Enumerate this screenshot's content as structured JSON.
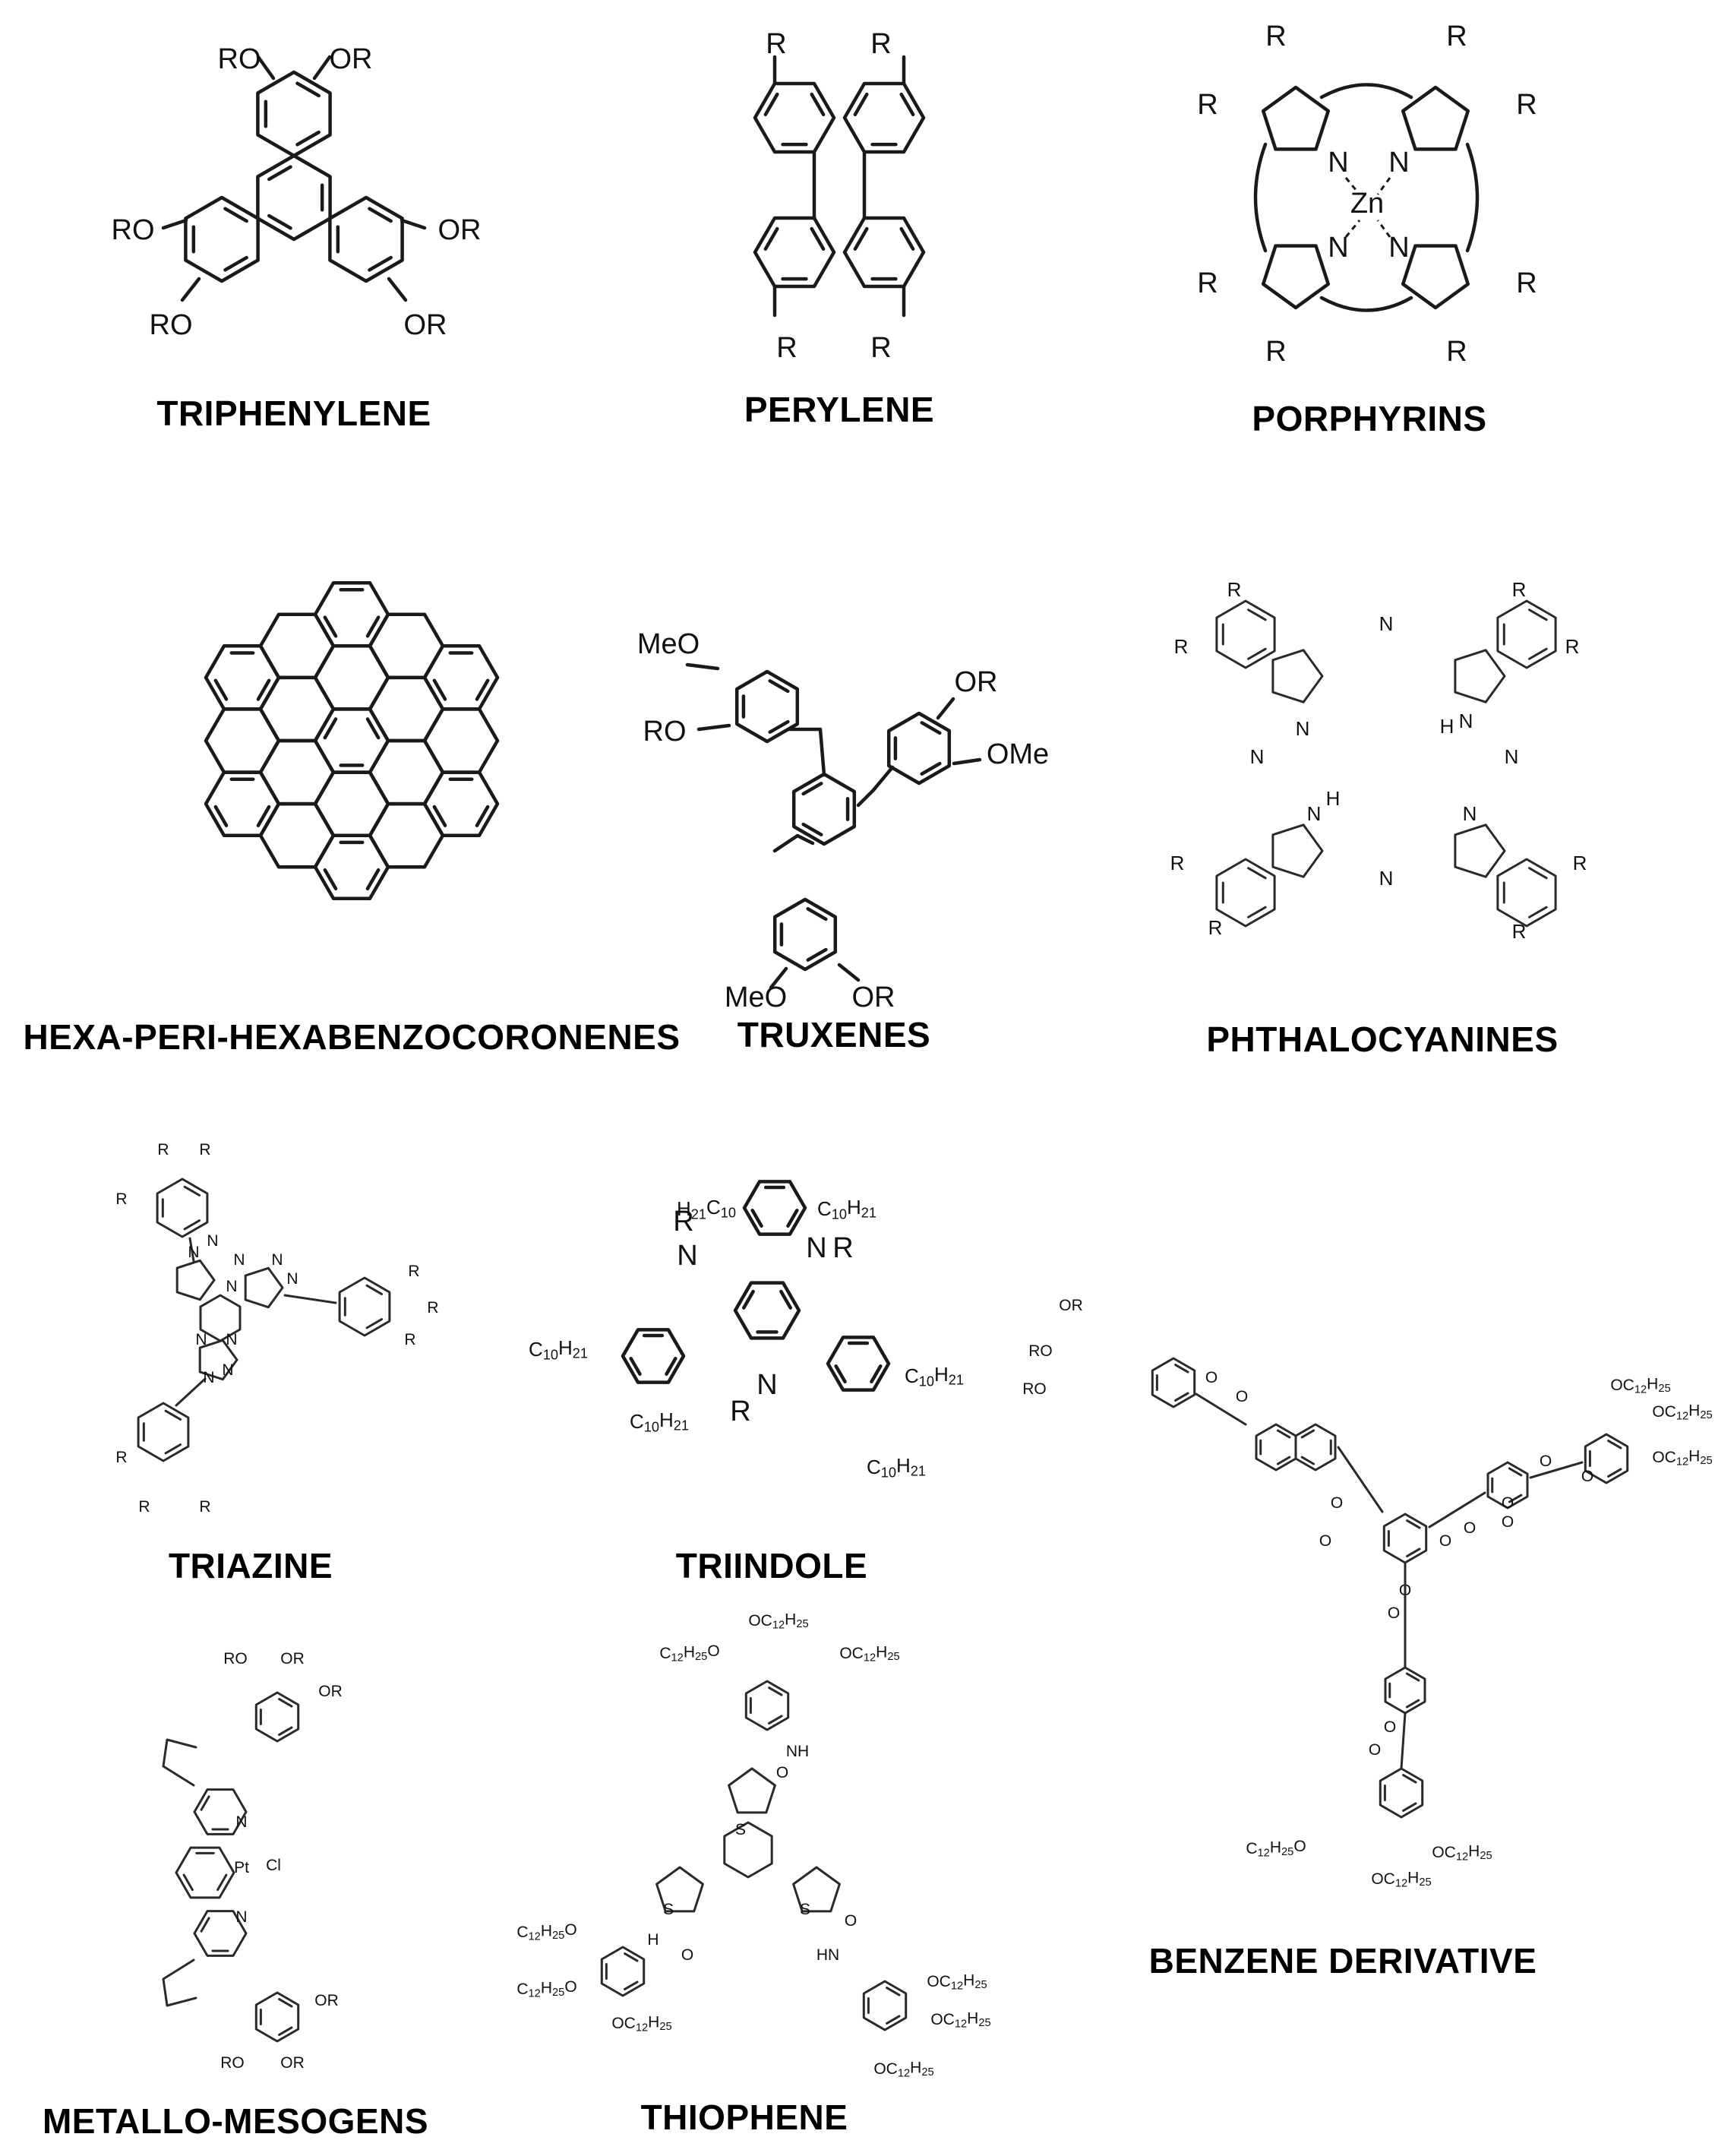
{
  "molecules": [
    {
      "caption": "TRIPHENYLENE",
      "substituents": [
        "RO",
        "OR"
      ]
    },
    {
      "caption": "PERYLENE",
      "substituents": [
        "R"
      ]
    },
    {
      "caption": "PORPHYRINS",
      "substituents": [
        "R"
      ],
      "atoms": [
        "N",
        "Zn"
      ]
    },
    {
      "caption": "HEXA-PERI-HEXABENZOCORONENES"
    },
    {
      "caption": "TRUXENES",
      "substituents": [
        "MeO",
        "RO",
        "OR",
        "OMe"
      ]
    },
    {
      "caption": "PHTHALOCYANINES",
      "substituents": [
        "R"
      ],
      "atoms": [
        "N",
        "H"
      ]
    },
    {
      "caption": "TRIAZINE",
      "substituents": [
        "R"
      ],
      "atoms": [
        "N"
      ]
    },
    {
      "caption": "TRIINDOLE",
      "substituents": [
        "H21C10",
        "C10H21",
        "R"
      ],
      "atoms": [
        "N"
      ]
    },
    {
      "caption": "BENZENE DERIVATIVE",
      "substituents": [
        "RO",
        "OR",
        "OC12H25",
        "C12H25O"
      ],
      "atoms": [
        "O"
      ]
    },
    {
      "caption": "METALLO-MESOGENS",
      "substituents": [
        "RO",
        "OR"
      ],
      "atoms": [
        "N",
        "Pt",
        "Cl"
      ]
    },
    {
      "caption": "THIOPHENE",
      "substituents": [
        "OC12H25",
        "C12H25O"
      ],
      "atoms": [
        "S",
        "O",
        "NH",
        "HN"
      ]
    }
  ]
}
